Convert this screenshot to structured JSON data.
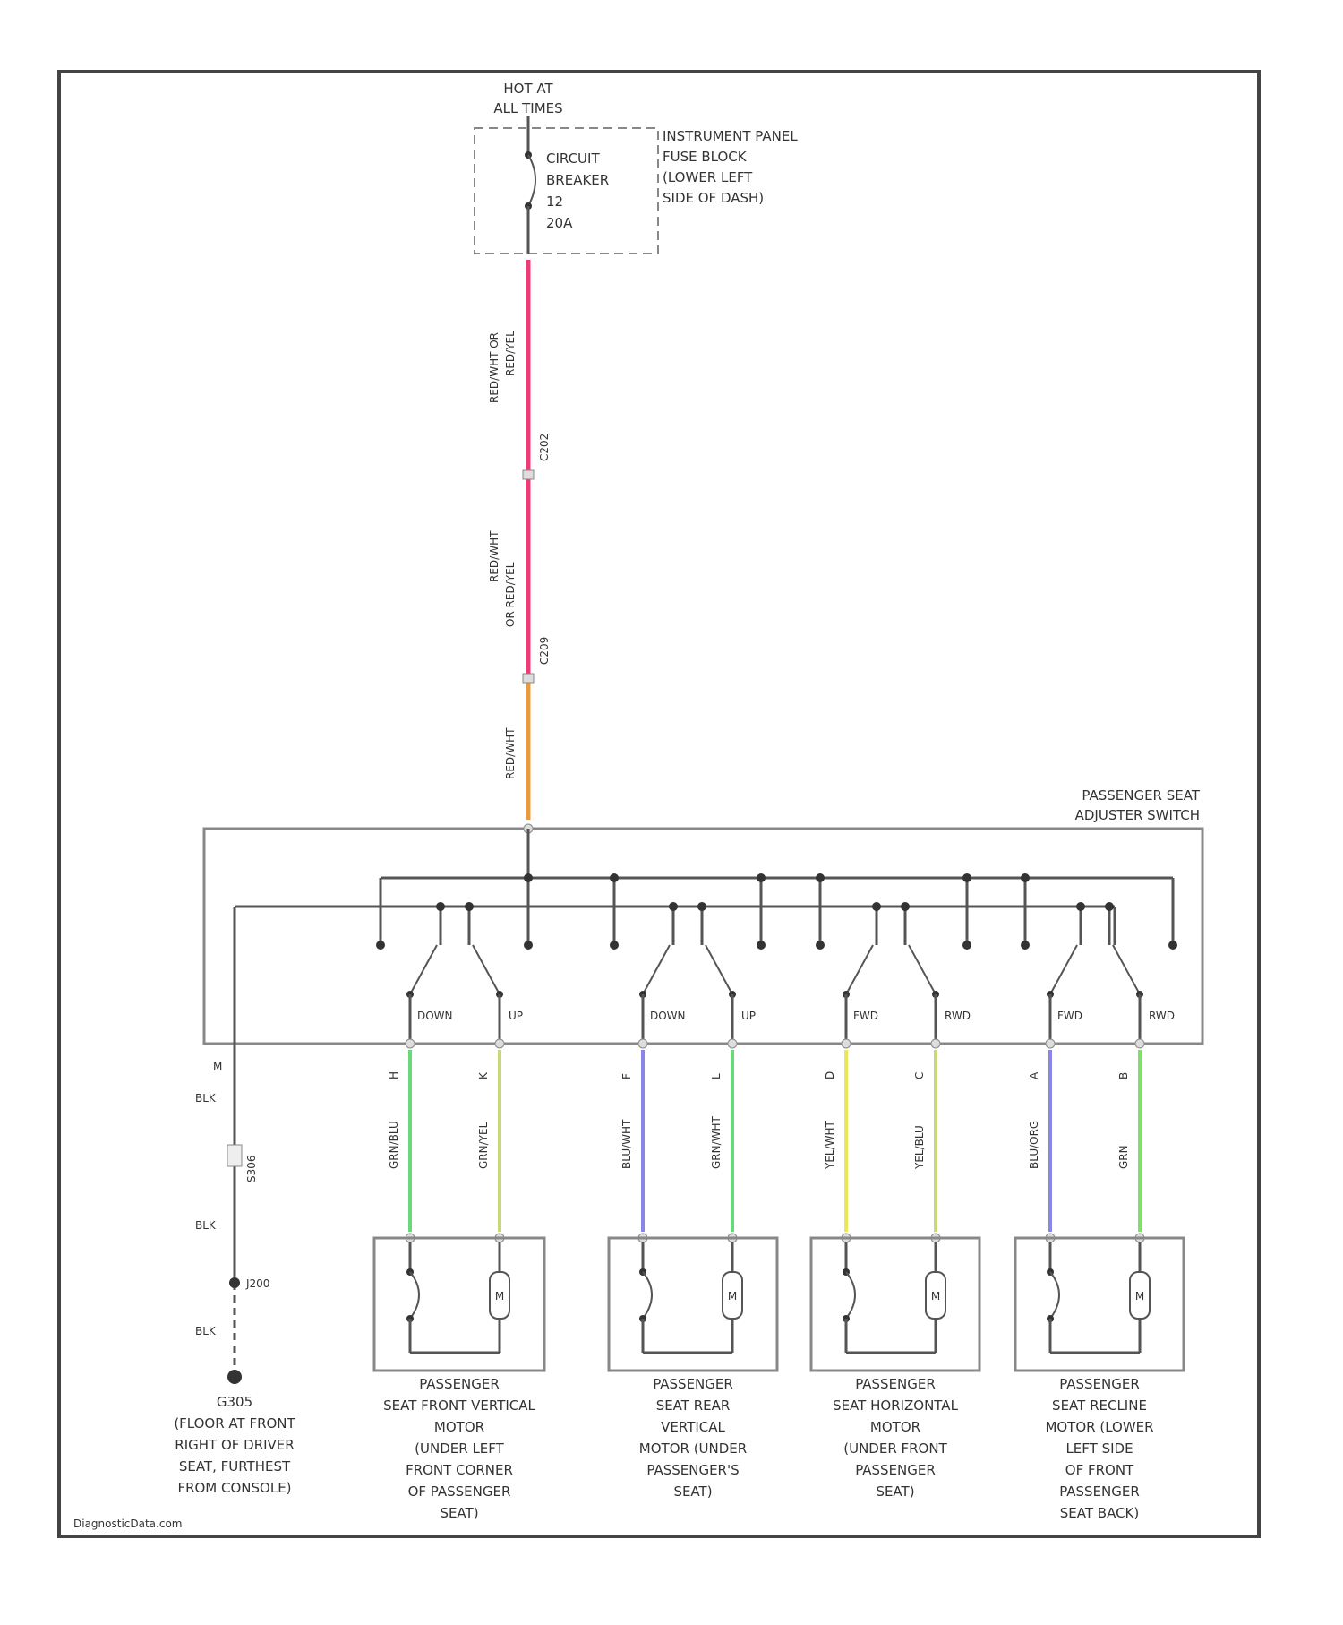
{
  "colors": {
    "frame": "#555555",
    "red_pink": "#ef3a7a",
    "orange": "#e89a3c",
    "green": "#6cd67a",
    "violet": "#8a86e6",
    "yellow": "#e8e85a",
    "yellow_green": "#c9d67a",
    "lime": "#7ee06a"
  },
  "header": {
    "hot_line1": "HOT AT",
    "hot_line2": "ALL TIMES"
  },
  "breaker": {
    "lines": [
      "CIRCUIT",
      "BREAKER",
      "12",
      "20A"
    ],
    "location_lines": [
      "INSTRUMENT PANEL",
      "FUSE BLOCK",
      "(LOWER LEFT",
      "SIDE OF DASH)"
    ]
  },
  "feed": {
    "wire1": [
      "RED/WHT OR",
      "RED/YEL"
    ],
    "conn1": "C202",
    "wire2": [
      "RED/WHT",
      "OR RED/YEL"
    ],
    "conn2": "C209",
    "wire3": "RED/WHT"
  },
  "switch": {
    "title_lines": [
      "PASSENGER SEAT",
      "ADJUSTER SWITCH"
    ],
    "contacts": [
      {
        "a": "DOWN",
        "b": "UP"
      },
      {
        "a": "DOWN",
        "b": "UP"
      },
      {
        "a": "FWD",
        "b": "RWD"
      },
      {
        "a": "FWD",
        "b": "RWD"
      }
    ]
  },
  "ground": {
    "pin": "M",
    "wire_top": "BLK",
    "splice": "S306",
    "wire_mid": "BLK",
    "junction": "J200",
    "wire_bot": "BLK",
    "name": "G305",
    "location_lines": [
      "(FLOOR AT FRONT",
      "RIGHT OF DRIVER",
      "SEAT, FURTHEST",
      "FROM CONSOLE)"
    ]
  },
  "circuits": [
    {
      "left_wire": "GRN/BLU",
      "left_pin": "H",
      "right_wire": "GRN/YEL",
      "right_pin": "K"
    },
    {
      "left_wire": "BLU/WHT",
      "left_pin": "F",
      "right_wire": "GRN/WHT",
      "right_pin": "L"
    },
    {
      "left_wire": "YEL/WHT",
      "left_pin": "D",
      "right_wire": "YEL/BLU",
      "right_pin": "C"
    },
    {
      "left_wire": "BLU/ORG",
      "left_pin": "A",
      "right_wire": "GRN",
      "right_pin": "B"
    }
  ],
  "motors": [
    {
      "name_lines": [
        "PASSENGER",
        "SEAT FRONT VERTICAL",
        "MOTOR",
        "(UNDER LEFT",
        "FRONT CORNER",
        "OF PASSENGER",
        "SEAT)"
      ]
    },
    {
      "name_lines": [
        "PASSENGER",
        "SEAT REAR",
        "VERTICAL",
        "MOTOR (UNDER",
        "PASSENGER'S",
        "SEAT)"
      ]
    },
    {
      "name_lines": [
        "PASSENGER",
        "SEAT HORIZONTAL",
        "MOTOR",
        "(UNDER FRONT",
        "PASSENGER",
        "SEAT)"
      ]
    },
    {
      "name_lines": [
        "PASSENGER",
        "SEAT RECLINE",
        "MOTOR (LOWER",
        "LEFT SIDE",
        "OF FRONT",
        "PASSENGER",
        "SEAT BACK)"
      ]
    }
  ],
  "motor_symbol": "M",
  "footer": {
    "watermark": "DiagnosticData.com"
  }
}
